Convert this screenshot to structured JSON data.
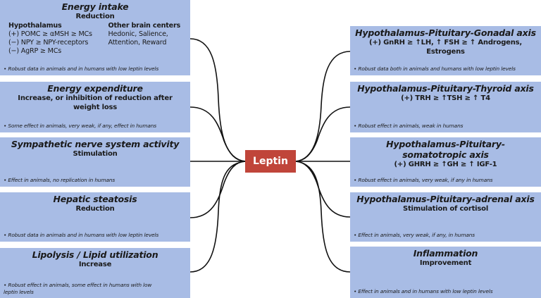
{
  "center": {
    "label": "Leptin",
    "color": "#c0453a"
  },
  "box_color": "#a8bce5",
  "left": [
    {
      "title": "Energy intake",
      "subtitle": "Reduction",
      "columns": [
        {
          "heading": "Hypothalamus",
          "lines": [
            "(+) POMC ≥ αMSH ≥ MCs",
            "(−) NPY ≥ NPY-receptors",
            "(−) AgRP ≥ MCs"
          ]
        },
        {
          "heading": "Other brain centers",
          "lines": [
            "Hedonic, Salience,",
            "Attention, Reward"
          ]
        }
      ],
      "note": "• Robust data in animals and in humans with low leptin levels"
    },
    {
      "title": "Energy expenditure",
      "subtitle": "Increase, or inhibition of reduction after weight loss",
      "note": "• Some effect in animals, very weak, if any, effect in humans"
    },
    {
      "title": "Sympathetic nerve system activity",
      "subtitle": "Stimulation",
      "note": "• Effect in animals, no replication in humans"
    },
    {
      "title": "Hepatic steatosis",
      "subtitle": "Reduction",
      "note": "• Robust data in animals and in humans with low leptin levels"
    },
    {
      "title": "Lipolysis / Lipid utilization",
      "subtitle": "Increase",
      "note": "• Robust effect in animals, some effect in humans with low leptin levels"
    }
  ],
  "right": [
    {
      "title": "Hypothalamus-Pituitary-Gonadal axis",
      "subtitle": "(+) GnRH ≥ ↑LH, ↑ FSH ≥ ↑ Androgens, Estrogens",
      "note": "• Robust data both in animals and humans with low leptin levels"
    },
    {
      "title": "Hypothalamus-Pituitary-Thyroid axis",
      "subtitle": "(+) TRH ≥ ↑TSH ≥ ↑ T4",
      "note": "• Robust effect in animals, weak in humans"
    },
    {
      "title": "Hypothalamus-Pituitary-somatotropic axis",
      "subtitle": "(+) GHRH ≥ ↑GH ≥ ↑ IGF-1",
      "note": "• Robust effect in animals, very weak, if any in humans"
    },
    {
      "title": "Hypothalamus-Pituitary-adrenal axis",
      "subtitle": "Stimulation of cortisol",
      "note": "• Effect in animals, very weak, if any, in humans"
    },
    {
      "title": "Inflammation",
      "subtitle": "Improvement",
      "note": "• Effect in animals and in humans with low leptin levels"
    }
  ]
}
